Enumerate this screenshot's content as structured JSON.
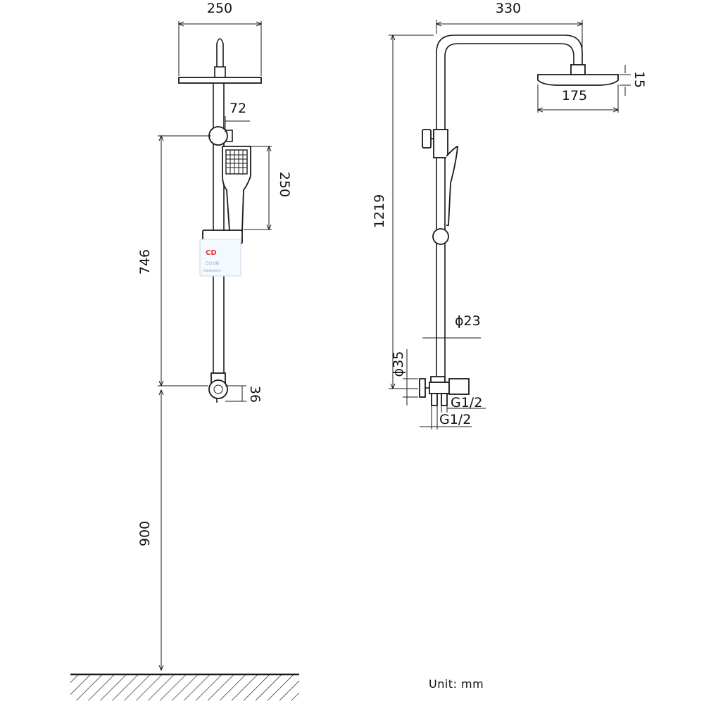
{
  "front_view": {
    "dim_head_width": "250",
    "dim_holder_offset": "72",
    "dim_handshower_length": "250",
    "dim_rail_height": "746",
    "dim_valve": "36",
    "dim_floor_height": "900"
  },
  "side_view": {
    "dim_arm_reach": "330",
    "dim_head_diameter": "175",
    "dim_head_thickness": "15",
    "dim_total_height": "1219",
    "dim_pipe_diameter": "ϕ23",
    "dim_valve_diameter": "ϕ35",
    "dim_inlet_1": "G1/2",
    "dim_inlet_2": "G1/2"
  },
  "unit_label": "Unit: mm",
  "colors": {
    "line": "#1a1a1a",
    "watermark": "#e53935"
  }
}
